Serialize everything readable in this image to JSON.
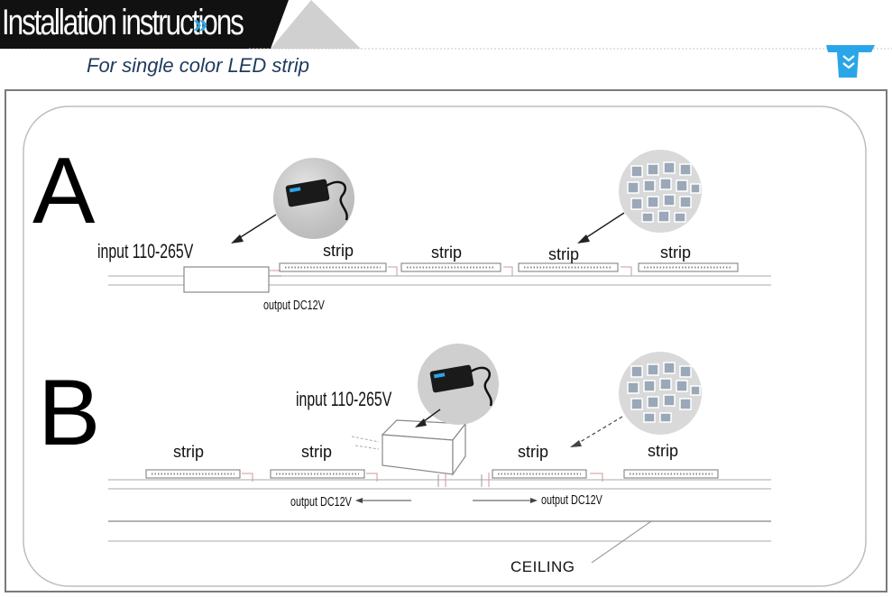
{
  "header": {
    "title": "Installation instructions",
    "chevrons": "»",
    "subtitle": "For single color LED strip"
  },
  "colors": {
    "accent": "#2aa6e8",
    "subtitle": "#1f3a5c",
    "title_bg": "#111111"
  },
  "section_a": {
    "letter": "A",
    "input_label": "input 110-265V",
    "output_label": "output DC12V",
    "strips": [
      "strip",
      "strip",
      "strip",
      "strip"
    ]
  },
  "section_b": {
    "letter": "B",
    "input_label": "input 110-265V",
    "output_left": "output DC12V",
    "output_right": "output DC12V",
    "strips": [
      "strip",
      "strip",
      "strip",
      "strip"
    ],
    "ceiling_label": "CEILING"
  },
  "icons": [
    "chevron-double-right-icon",
    "scroll-down-icon",
    "power-adapter-photo",
    "led-strip-photo"
  ]
}
